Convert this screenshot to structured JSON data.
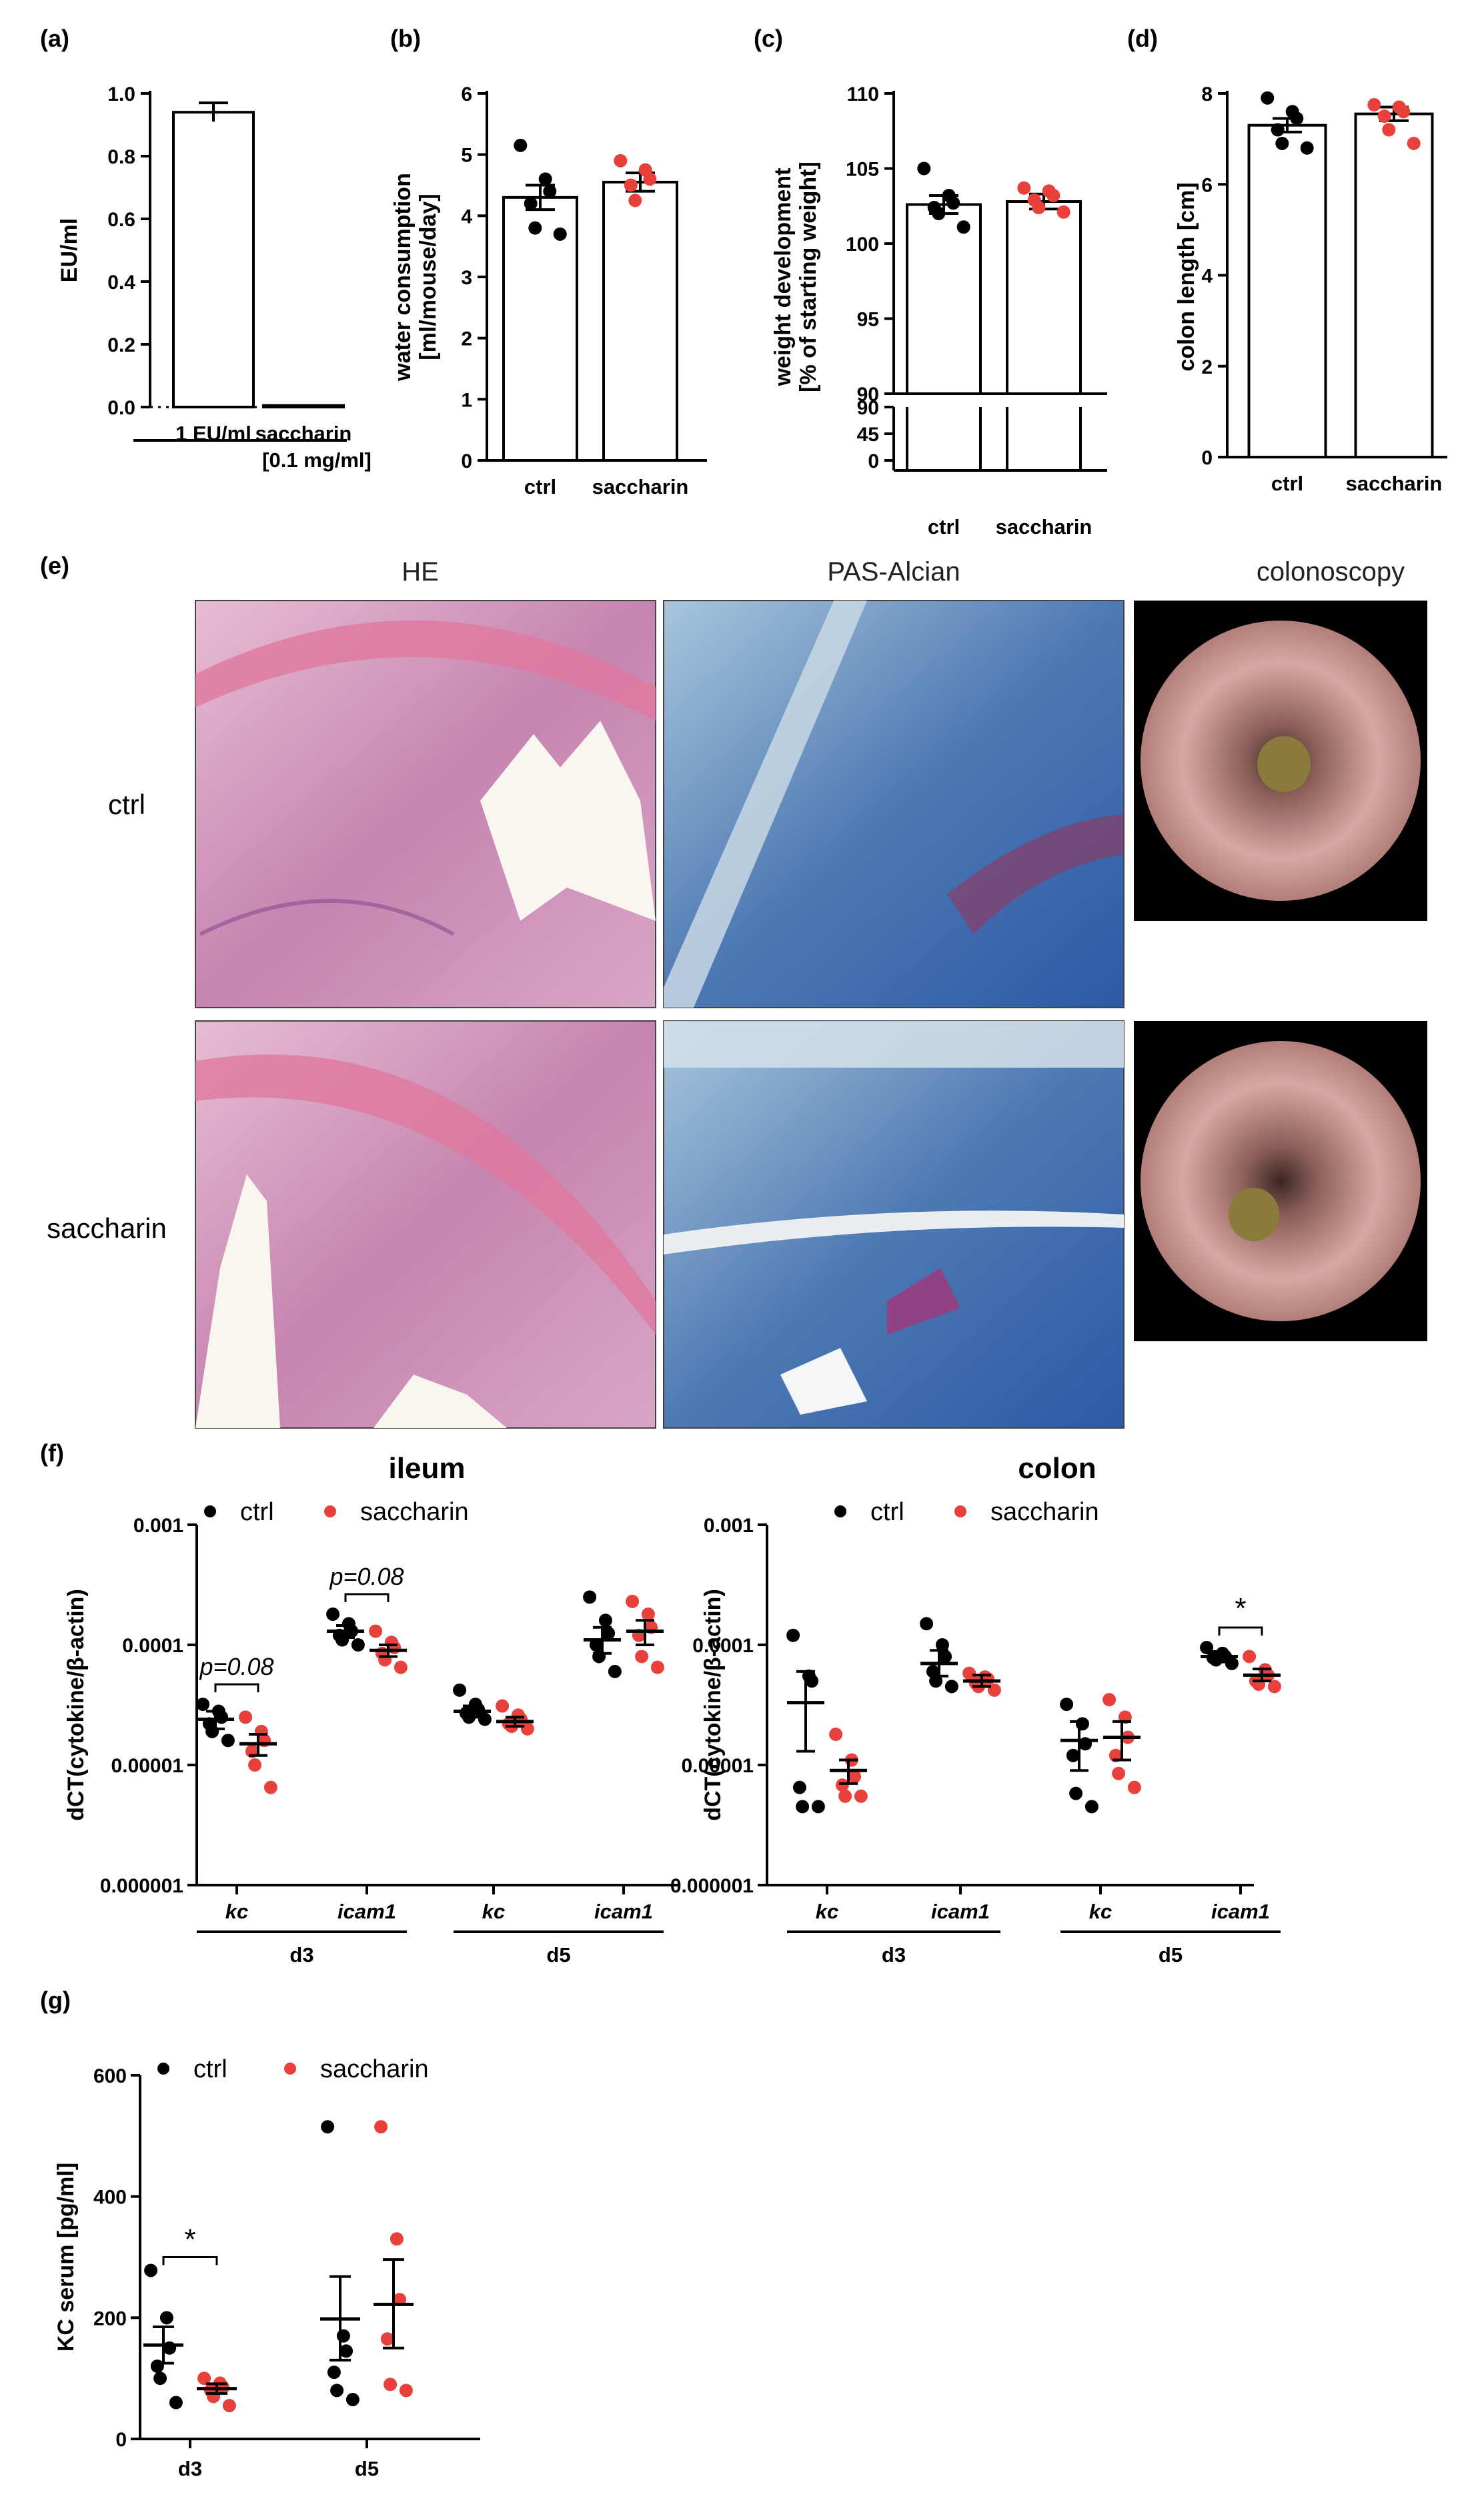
{
  "colors": {
    "ctrl": "#000000",
    "saccharin": "#e8413c"
  },
  "micrograph_headers": [
    "HE",
    "PAS-Alcian",
    "colonoscopy"
  ],
  "micrograph_rows": [
    "ctrl",
    "saccharin"
  ],
  "chart_data": [
    {
      "id": "a",
      "panel": "(a)",
      "type": "bar",
      "ylabel": "EU/ml",
      "ylim": [
        0,
        1.0
      ],
      "yticks": [
        "0.0",
        "0.2",
        "0.4",
        "0.6",
        "0.8",
        "1.0"
      ],
      "ytick_values": [
        0,
        0.2,
        0.4,
        0.6,
        0.8,
        1.0
      ],
      "categories": [
        "1 EU/ml",
        "saccharin"
      ],
      "category_sublabels": [
        "",
        "[0.1 mg/ml]"
      ],
      "values": [
        0.94,
        0.005
      ],
      "sem": [
        0.03,
        0.0
      ]
    },
    {
      "id": "b",
      "panel": "(b)",
      "type": "bar",
      "ylabel": "water consumption [ml/mouse/day]",
      "ylim": [
        0,
        6
      ],
      "yticks": [
        "0",
        "1",
        "2",
        "3",
        "4",
        "5",
        "6"
      ],
      "ytick_values": [
        0,
        1,
        2,
        3,
        4,
        5,
        6
      ],
      "categories": [
        "ctrl",
        "saccharin"
      ],
      "values": [
        4.3,
        4.55
      ],
      "sem": [
        0.2,
        0.15
      ],
      "points": [
        [
          5.15,
          4.6,
          4.4,
          4.2,
          3.8,
          3.7
        ],
        [
          4.9,
          4.75,
          4.6,
          4.5,
          4.25
        ]
      ]
    },
    {
      "id": "c",
      "panel": "(c)",
      "type": "bar",
      "ylabel": "weight development [% of starting weight]",
      "ylim": [
        90,
        110
      ],
      "yticks": [
        "110",
        "105",
        "100",
        "95",
        "90"
      ],
      "ytick_values": [
        110,
        105,
        100,
        95,
        90
      ],
      "lower_yticks": [
        "90",
        "45",
        "0"
      ],
      "categories": [
        "ctrl",
        "saccharin"
      ],
      "values": [
        102.6,
        102.8
      ],
      "sem": [
        0.6,
        0.5
      ],
      "points": [
        [
          105.0,
          103.2,
          102.7,
          102.4,
          102.0,
          101.1
        ],
        [
          103.7,
          103.5,
          103.2,
          102.9,
          102.4,
          102.1
        ]
      ]
    },
    {
      "id": "d",
      "panel": "(d)",
      "type": "bar",
      "ylabel": "colon length [cm]",
      "ylim": [
        0,
        8
      ],
      "yticks": [
        "0",
        "2",
        "4",
        "6",
        "8"
      ],
      "ytick_values": [
        0,
        2,
        4,
        6,
        8
      ],
      "categories": [
        "ctrl",
        "saccharin"
      ],
      "values": [
        7.3,
        7.55
      ],
      "sem": [
        0.15,
        0.15
      ],
      "points": [
        [
          7.9,
          7.6,
          7.45,
          7.2,
          6.9,
          6.8
        ],
        [
          7.75,
          7.7,
          7.6,
          7.5,
          7.2,
          6.9
        ]
      ]
    },
    {
      "id": "f1",
      "panel": "(f)",
      "title": "ileum",
      "type": "scatter",
      "ylabel": "dCT(cytokine/β-actin)",
      "yscale": "log",
      "ylim": [
        1e-06,
        0.001
      ],
      "yticks": [
        "0.001",
        "0.0001",
        "0.00001",
        "0.000001"
      ],
      "ytick_values": [
        0.001,
        0.0001,
        1e-05,
        1e-06
      ],
      "legend": [
        "ctrl",
        "saccharin"
      ],
      "categories": [
        "kc",
        "icam1",
        "kc",
        "icam1"
      ],
      "groups": [
        {
          "label": "d3",
          "span": [
            0,
            1
          ]
        },
        {
          "label": "d5",
          "span": [
            2,
            3
          ]
        }
      ],
      "annotations": [
        {
          "text": "p=0.08",
          "between": [
            0,
            0
          ]
        },
        {
          "text": "p=0.08",
          "between": [
            1,
            1
          ]
        }
      ],
      "series": [
        {
          "name": "ctrl",
          "means": [
            2.4e-05,
            0.00013,
            2.8e-05,
            0.00011
          ],
          "sem_low": [
            2e-05,
            0.000115,
            2.5e-05,
            8.5e-05
          ],
          "sem_high": [
            2.8e-05,
            0.000145,
            3.1e-05,
            0.00014
          ],
          "points": [
            [
              3.2e-05,
              2.8e-05,
              2.5e-05,
              2.2e-05,
              1.9e-05,
              1.6e-05
            ],
            [
              0.00018,
              0.00015,
              0.00013,
              0.00012,
              0.00011,
              0.0001
            ],
            [
              4.2e-05,
              3.2e-05,
              2.9e-05,
              2.7e-05,
              2.5e-05,
              2.4e-05
            ],
            [
              0.00025,
              0.00016,
              0.000125,
              0.0001,
              8e-05,
              6e-05
            ]
          ]
        },
        {
          "name": "saccharin",
          "means": [
            1.5e-05,
            9e-05,
            2.3e-05,
            0.00013
          ],
          "sem_low": [
            1.2e-05,
            8e-05,
            2.1e-05,
            0.0001
          ],
          "sem_high": [
            1.8e-05,
            0.0001,
            2.5e-05,
            0.00016
          ],
          "points": [
            [
              2.5e-05,
              1.9e-05,
              1.6e-05,
              1.3e-05,
              1e-05,
              6.5e-06
            ],
            [
              0.00013,
              0.000105,
              9.5e-05,
              8.5e-05,
              7.5e-05,
              6.5e-05
            ],
            [
              3.1e-05,
              2.6e-05,
              2.4e-05,
              2.2e-05,
              2.1e-05,
              2e-05
            ],
            [
              0.00023,
              0.00018,
              0.00014,
              0.00012,
              8e-05,
              6.5e-05
            ]
          ]
        }
      ]
    },
    {
      "id": "f2",
      "title": "colon",
      "type": "scatter",
      "ylabel": "dCT(cytokine/β-actin)",
      "yscale": "log",
      "ylim": [
        1e-06,
        0.001
      ],
      "yticks": [
        "0.001",
        "0.0001",
        "0.00001",
        "0.000001"
      ],
      "ytick_values": [
        0.001,
        0.0001,
        1e-05,
        1e-06
      ],
      "legend": [
        "ctrl",
        "saccharin"
      ],
      "categories": [
        "kc",
        "icam1",
        "kc",
        "icam1"
      ],
      "groups": [
        {
          "label": "d3",
          "span": [
            0,
            1
          ]
        },
        {
          "label": "d5",
          "span": [
            2,
            3
          ]
        }
      ],
      "annotations": [
        {
          "text": "*",
          "between": [
            3,
            3
          ]
        }
      ],
      "series": [
        {
          "name": "ctrl",
          "means": [
            3.3e-05,
            7e-05,
            1.6e-05,
            8e-05
          ],
          "sem_low": [
            1.3e-05,
            5.5e-05,
            9e-06,
            7.2e-05
          ],
          "sem_high": [
            6e-05,
            9e-05,
            2.3e-05,
            8.8e-05
          ],
          "points": [
            [
              0.00012,
              5.5e-05,
              5e-05,
              6.5e-06,
              4.5e-06,
              4.5e-06
            ],
            [
              0.00015,
              0.0001,
              8e-05,
              6e-05,
              5e-05,
              4.5e-05
            ],
            [
              3.2e-05,
              2.2e-05,
              1.5e-05,
              1.2e-05,
              5.8e-06,
              4.5e-06
            ],
            [
              9.5e-05,
              8.5e-05,
              8e-05,
              7.8e-05,
              7.5e-05,
              7e-05
            ]
          ]
        },
        {
          "name": "saccharin",
          "means": [
            9e-06,
            5e-05,
            1.7e-05,
            5.6e-05
          ],
          "sem_low": [
            7e-06,
            4.5e-05,
            1.1e-05,
            5e-05
          ],
          "sem_high": [
            1.1e-05,
            5.6e-05,
            2.3e-05,
            6.3e-05
          ],
          "points": [
            [
              1.8e-05,
              1.1e-05,
              8e-06,
              6.8e-06,
              5.5e-06,
              5.5e-06
            ],
            [
              5.8e-05,
              5.4e-05,
              5.2e-05,
              4.8e-05,
              4.5e-05,
              4.2e-05
            ],
            [
              3.5e-05,
              2.5e-05,
              1.7e-05,
              1.2e-05,
              8.5e-06,
              6.5e-06
            ],
            [
              8e-05,
              6.2e-05,
              5.6e-05,
              5e-05,
              4.7e-05,
              4.5e-05
            ]
          ]
        }
      ]
    },
    {
      "id": "g",
      "panel": "(g)",
      "type": "scatter",
      "ylabel": "KC serum [pg/ml]",
      "ylim": [
        0,
        600
      ],
      "yticks": [
        "0",
        "200",
        "400",
        "600"
      ],
      "ytick_values": [
        0,
        200,
        400,
        600
      ],
      "legend": [
        "ctrl",
        "saccharin"
      ],
      "categories": [
        "d3",
        "d5"
      ],
      "annotations": [
        {
          "text": "*",
          "between": [
            0,
            0
          ]
        }
      ],
      "series": [
        {
          "name": "ctrl",
          "means": [
            155,
            198
          ],
          "sem_low": [
            125,
            130
          ],
          "sem_high": [
            185,
            268
          ],
          "points": [
            [
              278,
              200,
              150,
              120,
              100,
              60
            ],
            [
              515,
              170,
              145,
              110,
              80,
              65
            ]
          ]
        },
        {
          "name": "saccharin",
          "means": [
            83,
            222
          ],
          "sem_low": [
            75,
            150
          ],
          "sem_high": [
            91,
            296
          ],
          "points": [
            [
              100,
              92,
              85,
              80,
              70,
              55
            ],
            [
              515,
              330,
              230,
              165,
              90,
              80
            ]
          ]
        }
      ]
    }
  ]
}
